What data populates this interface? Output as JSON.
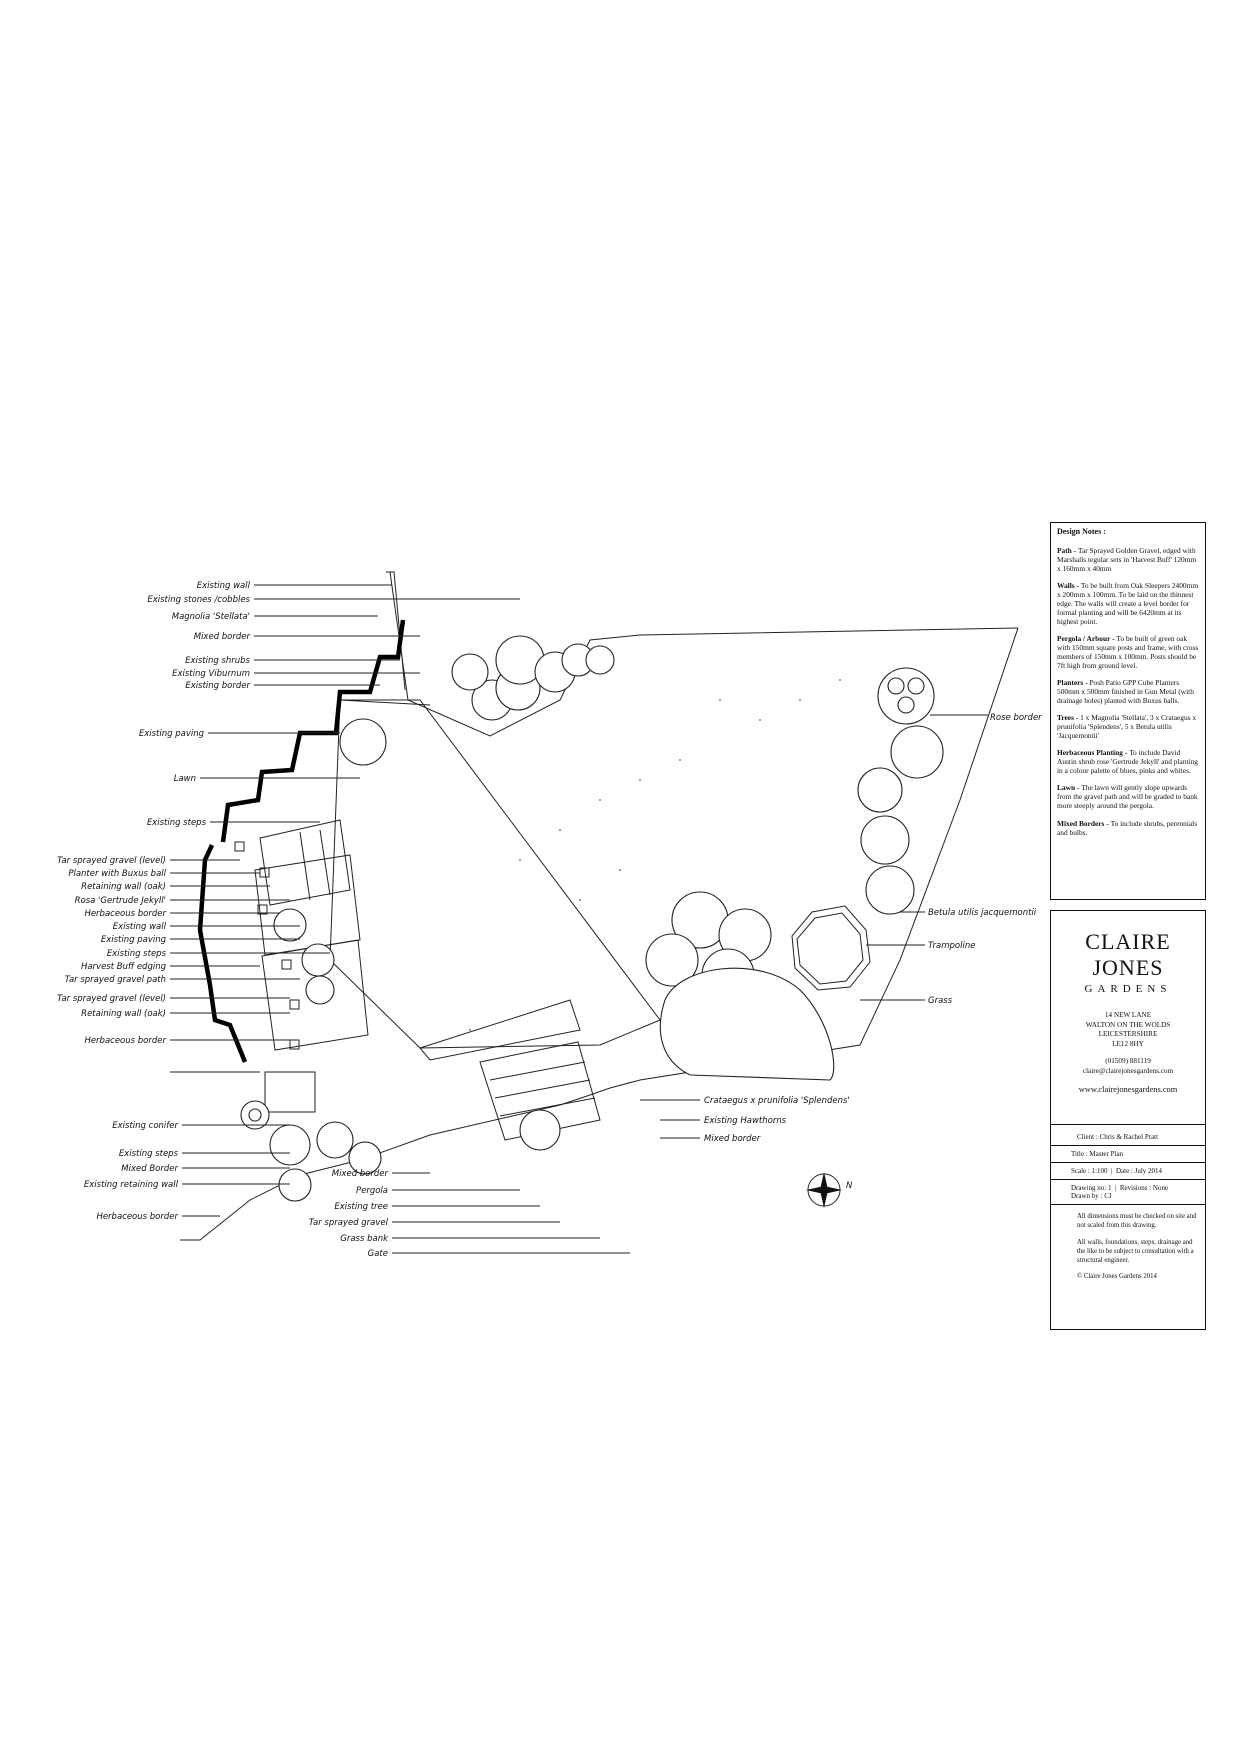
{
  "labels_left": [
    {
      "id": "l1",
      "text": "Existing wall"
    },
    {
      "id": "l2",
      "text": "Existing stones /cobbles"
    },
    {
      "id": "l3",
      "text": "Magnolia 'Stellata'"
    },
    {
      "id": "l4",
      "text": "Mixed border"
    },
    {
      "id": "l5",
      "text": "Existing shrubs"
    },
    {
      "id": "l6",
      "text": "Existing Viburnum"
    },
    {
      "id": "l7",
      "text": "Existing border"
    },
    {
      "id": "l8",
      "text": "Existing paving"
    },
    {
      "id": "l9",
      "text": "Lawn"
    },
    {
      "id": "l10",
      "text": "Existing steps"
    },
    {
      "id": "l11",
      "text": "Tar sprayed gravel (level)"
    },
    {
      "id": "l12",
      "text": "Planter with Buxus ball"
    },
    {
      "id": "l13",
      "text": "Retaining wall (oak)"
    },
    {
      "id": "l14",
      "text": "Rosa 'Gertrude Jekyll'"
    },
    {
      "id": "l15",
      "text": "Herbaceous border"
    },
    {
      "id": "l16",
      "text": "Existing wall"
    },
    {
      "id": "l17",
      "text": "Existing paving"
    },
    {
      "id": "l18",
      "text": "Existing steps"
    },
    {
      "id": "l19",
      "text": "Harvest Buff edging"
    },
    {
      "id": "l20",
      "text": "Tar sprayed gravel path"
    },
    {
      "id": "l21",
      "text": "Tar sprayed gravel (level)"
    },
    {
      "id": "l22",
      "text": "Retaining wall (oak)"
    },
    {
      "id": "l23",
      "text": "Herbaceous border"
    },
    {
      "id": "l24",
      "text": "Existing conifer"
    },
    {
      "id": "l25",
      "text": "Existing steps"
    },
    {
      "id": "l26",
      "text": "Mixed Border"
    },
    {
      "id": "l27",
      "text": "Existing retaining wall"
    },
    {
      "id": "l28",
      "text": "Herbaceous border"
    }
  ],
  "labels_bottom": [
    {
      "id": "b1",
      "text": "Mixed border"
    },
    {
      "id": "b2",
      "text": "Pergola"
    },
    {
      "id": "b3",
      "text": "Existing tree"
    },
    {
      "id": "b4",
      "text": "Tar sprayed gravel"
    },
    {
      "id": "b5",
      "text": "Grass bank"
    },
    {
      "id": "b6",
      "text": "Gate"
    }
  ],
  "labels_right": [
    {
      "id": "r1",
      "text": "Rose border"
    },
    {
      "id": "r2",
      "text": "Betula utilis jacquemontii"
    },
    {
      "id": "r3",
      "text": "Trampoline"
    },
    {
      "id": "r4",
      "text": "Grass"
    },
    {
      "id": "r5",
      "text": "Crataegus x prunifolia 'Splendens'"
    },
    {
      "id": "r6",
      "text": "Existing Hawthorns"
    },
    {
      "id": "r7",
      "text": "Mixed border"
    }
  ],
  "compass": {
    "label": "N"
  },
  "notes": {
    "title": "Design Notes :",
    "items": [
      {
        "head": "Path - ",
        "body": "Tar Sprayed Golden Gravel, edged with Marshalls tegular sets in 'Harvest Buff' 120mm x 160mm x 40mm"
      },
      {
        "head": "Walls - ",
        "body": "To be built from Oak Sleepers 2400mm x 200mm x 100mm. To be laid on the thinnest edge. The walls will create a level border for formal planting and will be 6420mm at its highest point."
      },
      {
        "head": "Pergola / Arbour - ",
        "body": "To be built of green oak with 150mm square posts and frame, with cross members of 150mm x 100mm. Posts should be 7ft high from ground level."
      },
      {
        "head": "Planters - ",
        "body": "Posh Patio GPP Cube Planters 500mm x 500mm finished in Gun Metal (with drainage holes) planted with Buxus balls."
      },
      {
        "head": "Trees - ",
        "body": "1 x Magnolia 'Stellata', 3 x Crataegus x prunifolia 'Splendens', 5 x Betula utilis 'Jacquemontii'"
      },
      {
        "head": "Herbaceous Planting - ",
        "body": "To include David Austin shrub rose 'Gertrude Jekyll' and planting in a colour palette of blues, pinks and whites."
      },
      {
        "head": "Lawn - ",
        "body": "The lawn will gently slope upwards from the gravel path and will be graded to bank more steeply around the pergola."
      },
      {
        "head": "Mixed Borders - ",
        "body": "To include shrubs, perennials and bulbs."
      }
    ]
  },
  "title_block": {
    "brand_line1": "CLAIRE JONES",
    "brand_line2": "GARDENS",
    "address1": "14 NEW LANE",
    "address2": "WALTON ON THE WOLDS",
    "address3": "LEICESTERSHIRE",
    "address4": "LE12 8HY",
    "phone": "(01509) 881119",
    "email": "claire@clairejonesgardens.com",
    "website": "www.clairejonesgardens.com",
    "client": "Client : Chris & Rachel Pratt",
    "title": "Title : Master Plan",
    "scale": "Scale : 1:100",
    "date": "Date : July 2014",
    "drawing_no": "Drawing no: 1",
    "revisions": "Revisions : None",
    "drawn_by": "Drawn by : CJ",
    "disclaimer1": "All dimensions must be checked on site and not scaled from this drawing.",
    "disclaimer2": "All walls, foundations, steps, drainage and the like to be subject to consultation with a structural engineer.",
    "copyright": "© Claire Jones Gardens 2014"
  }
}
